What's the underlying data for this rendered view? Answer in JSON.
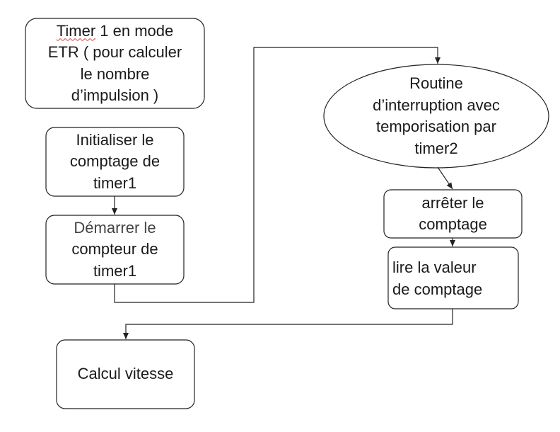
{
  "diagram": {
    "type": "flowchart",
    "nodes": {
      "timer1_etr": {
        "shape": "rounded-rectangle",
        "lines": [
          "Timer 1 en mode",
          "ETR ( pour calculer",
          "le nombre",
          "d’impulsion )"
        ]
      },
      "init_count": {
        "shape": "rounded-rectangle",
        "lines": [
          "Initialiser le",
          "comptage de",
          "timer1"
        ]
      },
      "start_counter": {
        "shape": "rounded-rectangle",
        "lines": [
          "Démarrer le",
          "compteur de",
          "timer1"
        ]
      },
      "interrupt_routine": {
        "shape": "ellipse",
        "lines": [
          "Routine",
          "d’interruption avec",
          "temporisation par",
          "timer2"
        ]
      },
      "stop_count": {
        "shape": "rounded-rectangle",
        "lines": [
          "arrêter le",
          "comptage"
        ]
      },
      "read_value": {
        "shape": "rounded-rectangle",
        "lines": [
          "lire la valeur",
          "de comptage"
        ]
      },
      "speed_calc": {
        "shape": "rounded-rectangle",
        "lines": [
          "Calcul vitesse"
        ]
      }
    },
    "edges": [
      {
        "from": "init_count",
        "to": "start_counter"
      },
      {
        "from": "start_counter",
        "to": "interrupt_routine"
      },
      {
        "from": "interrupt_routine",
        "to": "stop_count"
      },
      {
        "from": "stop_count",
        "to": "read_value"
      },
      {
        "from": "read_value",
        "to": "speed_calc"
      }
    ]
  }
}
